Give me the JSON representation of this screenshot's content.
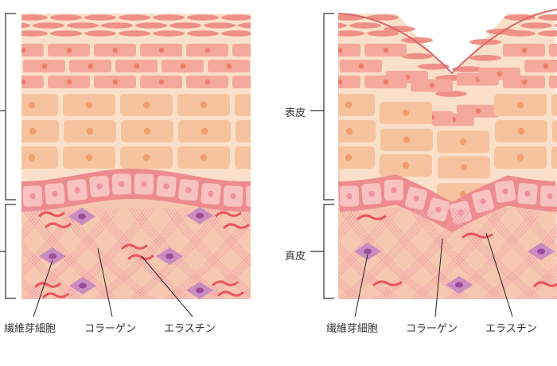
{
  "labels": {
    "epidermis": "表皮",
    "dermis": "真皮",
    "fibroblast": "繊維芽細胞",
    "collagen": "コラーゲン",
    "elastin": "エラスチン"
  },
  "colors": {
    "corneum": "#ee8f88",
    "granular": "#f4a99c",
    "granular_bg": "#f9cfc4",
    "nucleus_red": "#ee7d6c",
    "spinous": "#f7c39f",
    "spinous_bg": "#fbe0c9",
    "nucleus_orange": "#f09e6c",
    "basal_band": "#ee8b8e",
    "basal_cell": "#f8c2c0",
    "dermis": "#f7c8b0",
    "collagen": "#f0a2aa",
    "elastin": "#e9545e",
    "fibroblast": "#c98bc0",
    "fibroblast_nucleus": "#9a4c98"
  }
}
